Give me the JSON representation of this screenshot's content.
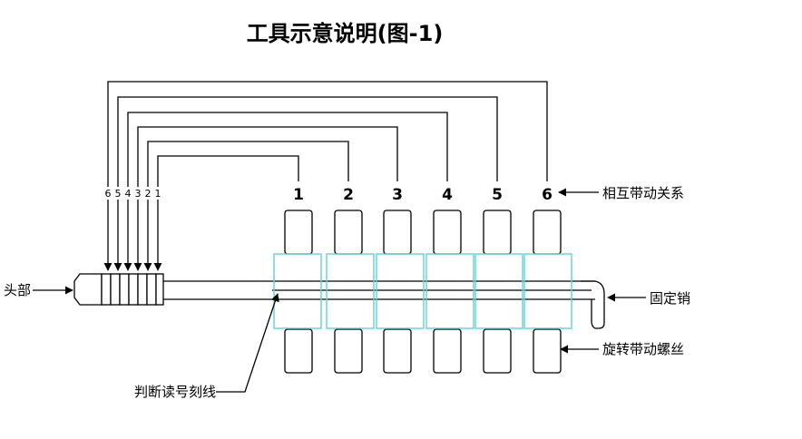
{
  "title": "工具示意说明(图-1)",
  "labels": {
    "head": "头部",
    "mutual_drive": "相互带动关系",
    "fixed_pin": "固定销",
    "rotary_screw": "旋转带动螺丝",
    "reading_line": "判断读号刻线"
  },
  "column_numbers": [
    "1",
    "2",
    "3",
    "4",
    "5",
    "6"
  ],
  "ring_numbers": [
    "6",
    "5",
    "4",
    "3",
    "2",
    "1"
  ],
  "colors": {
    "line": "#000000",
    "highlight": "#5fd3d8"
  }
}
